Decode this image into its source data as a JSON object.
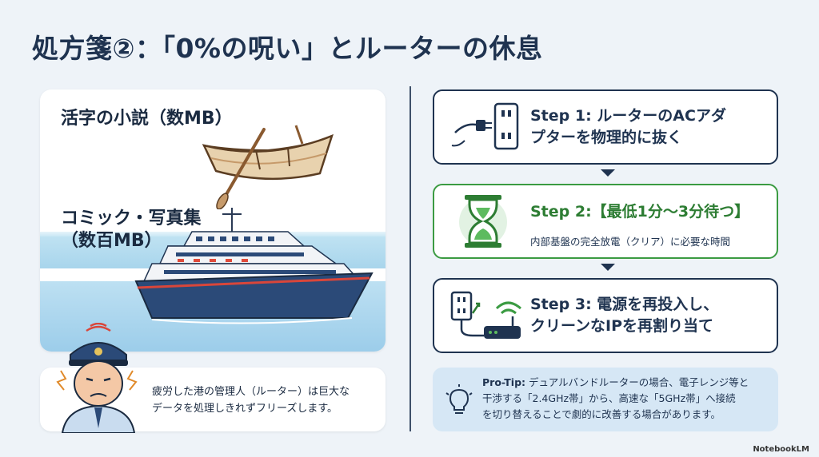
{
  "slide": {
    "title": "処方箋②：「0%の呪い」とルーターの休息",
    "brand": "NotebookLM"
  },
  "left": {
    "novel_label": "活字の小説（数MB）",
    "comic_label_1": "コミック・写真集",
    "comic_label_2": "（数百MB）",
    "note_line_1": "疲労した港の管理人（ルーター）は巨大な",
    "note_line_2": "データを処理しきれずフリーズします。"
  },
  "steps": [
    {
      "title_1": "Step 1: ルーターのACアダ",
      "title_2": "プターを物理的に抜く",
      "icon": "unplug-icon"
    },
    {
      "title_1": "Step 2:【最低1分〜3分待つ】",
      "sub": "内部基盤の完全放電（クリア）に必要な時間",
      "icon": "hourglass-icon"
    },
    {
      "title_1": "Step 3: 電源を再投入し、",
      "title_2": "クリーンなIPを再割り当て",
      "icon": "router-wifi-icon"
    }
  ],
  "tip": {
    "label": "Pro-Tip:",
    "line_1": "デュアルバンドルーターの場合、電子レンジ等と",
    "line_2": "干渉する「2.4GHz帯」から、高速な「5GHz帯」へ接続",
    "line_3": "を切り替えることで劇的に改善する場合があります。"
  },
  "colors": {
    "navy": "#1f3350",
    "green": "#3b9b42",
    "sea": "#a8d5ec",
    "tip_bg": "#d6e7f5"
  }
}
